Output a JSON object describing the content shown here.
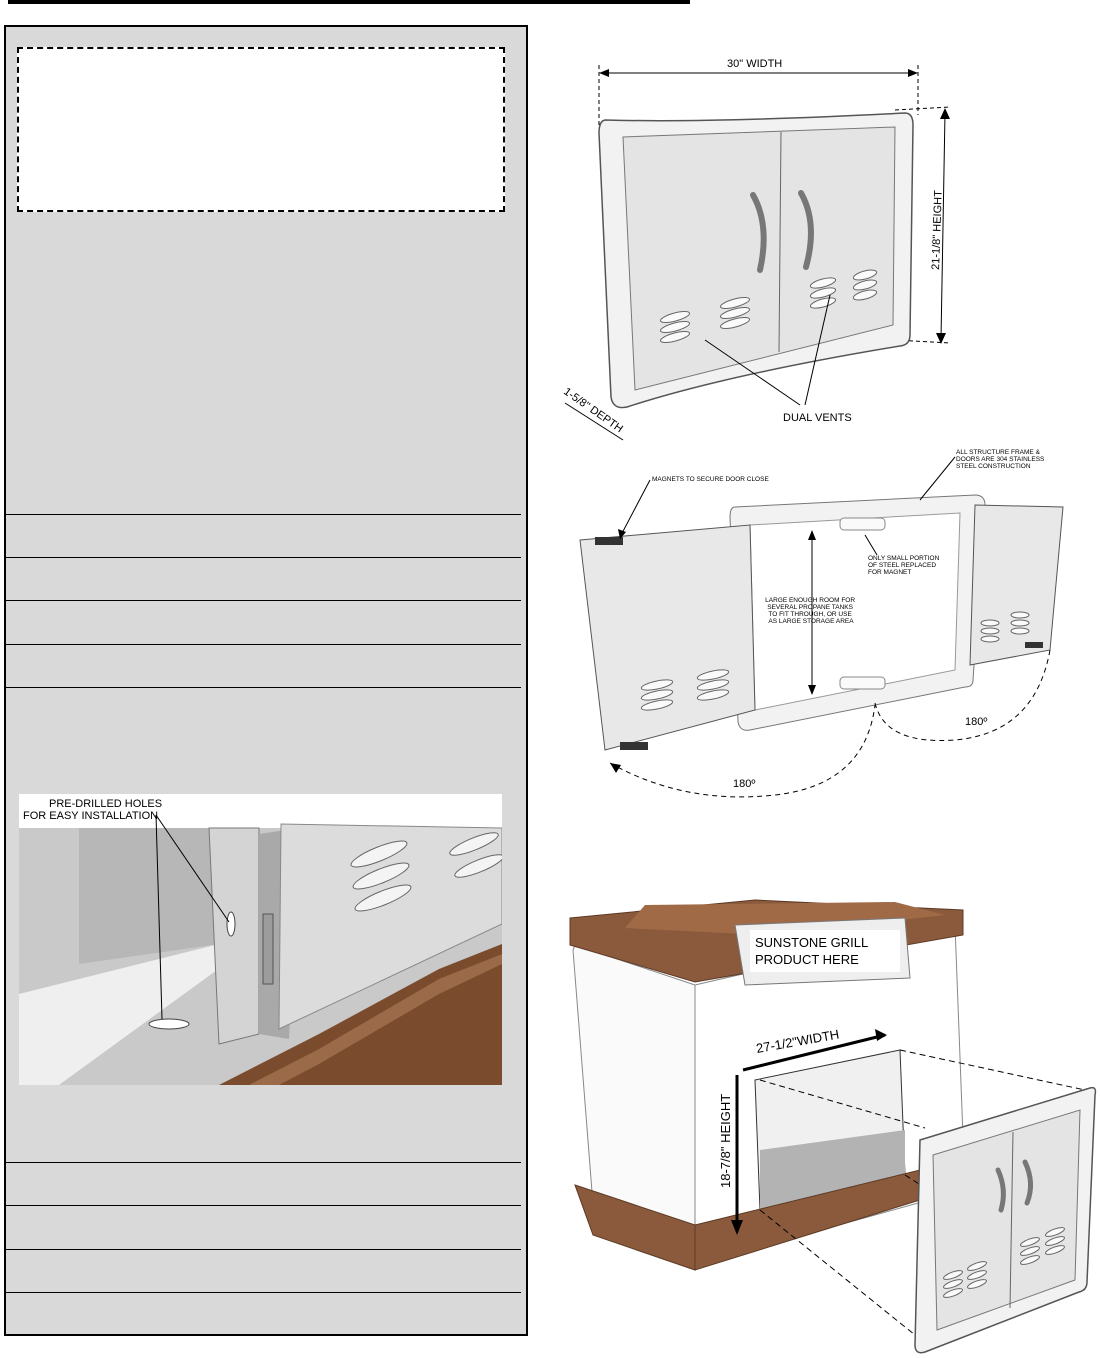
{
  "colors": {
    "panel": "#d9d9d9",
    "brick": "#8b5a3c",
    "steel": "#e6e6e6"
  },
  "figures": {
    "door_dimensions": {
      "width_label": "30\" WIDTH",
      "height_label": "21-1/8\" HEIGHT",
      "depth_label": "1-5/8\" DEPTH",
      "vents_label": "DUAL VENTS"
    },
    "door_open": {
      "magnets_label": "MAGNETS TO SECURE DOOR CLOSE",
      "structure_label": [
        "ALL STRUCTURE FRAME &",
        "DOORS ARE 304 STAINLESS",
        "STEEL CONSTRUCTION"
      ],
      "magnet_portion_label": [
        "ONLY SMALL PORTION",
        "OF STEEL REPLACED",
        "FOR MAGNET"
      ],
      "room_label": [
        "LARGE ENOUGH ROOM FOR",
        "SEVERAL PROPANE TANKS",
        "TO FIT THROUGH, OR USE",
        "AS LARGE STORAGE AREA"
      ],
      "swing_right": "180º",
      "swing_left": "180º"
    },
    "holes_detail": {
      "label": [
        "PRE-DRILLED HOLES",
        "FOR EASY INSTALLATION"
      ]
    },
    "island": {
      "product_label": [
        "SUNSTONE GRILL",
        "PRODUCT HERE"
      ],
      "width_label": "27-1/2\"WIDTH",
      "height_label": "18-7/8\" HEIGHT"
    }
  }
}
